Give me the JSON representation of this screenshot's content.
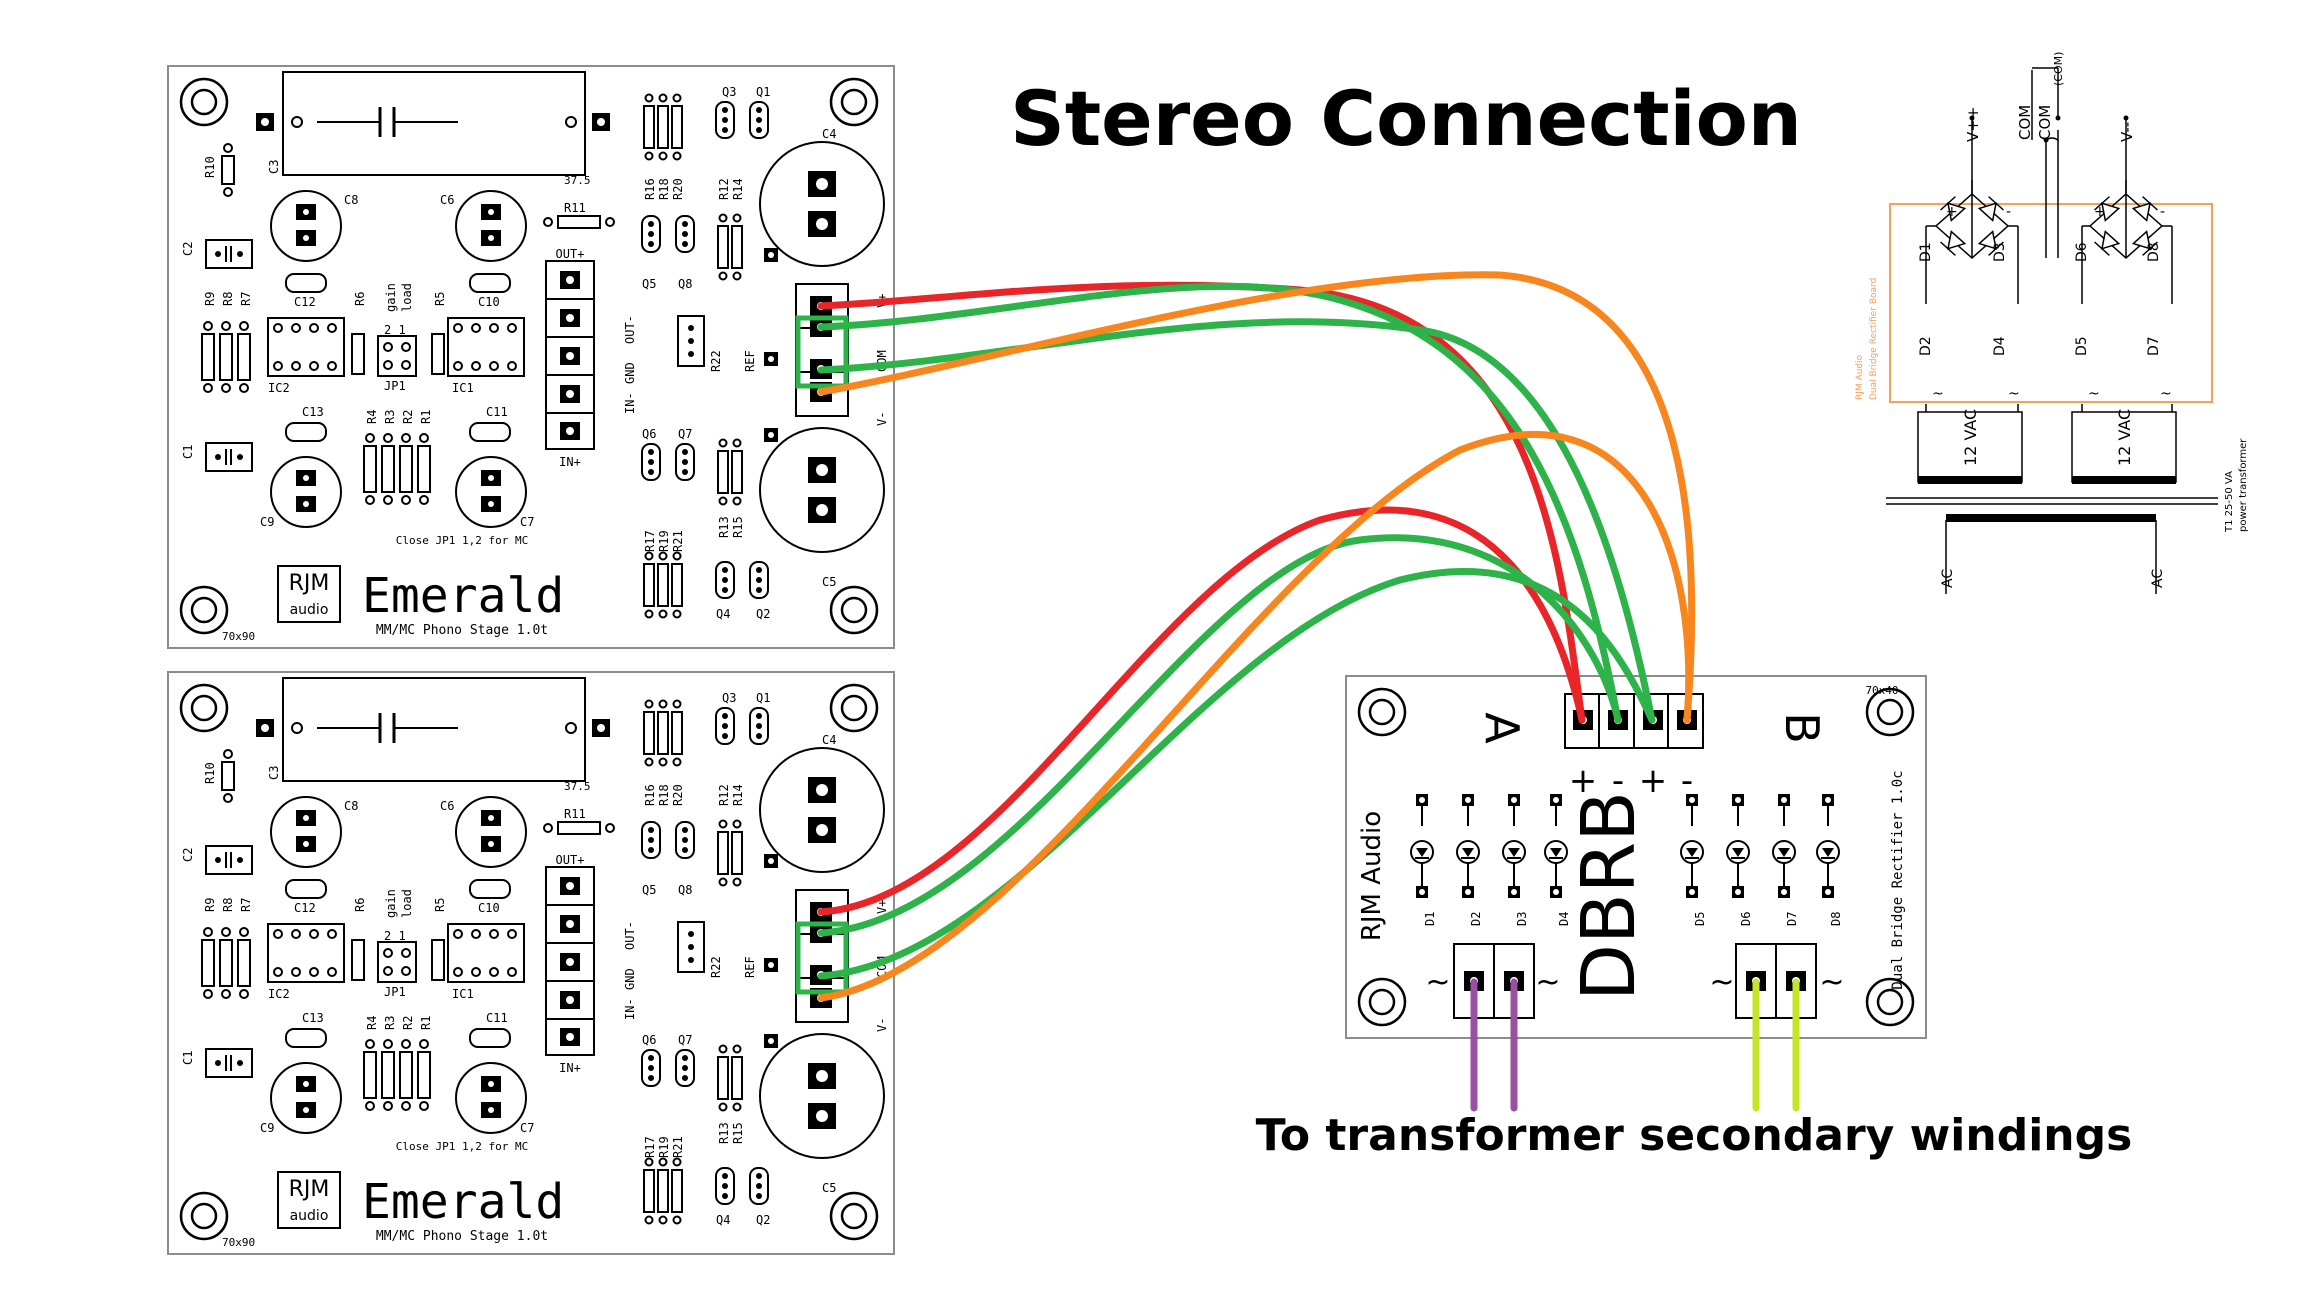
{
  "title": "Stereo Connection",
  "caption": "To transformer secondary windings",
  "wire_colors": {
    "v_pos": "#e8262a",
    "com": "#2db34a",
    "v_neg": "#f7861e",
    "ac_a": "#9b4fa5",
    "ac_b": "#c3e52a",
    "schematic_frame": "#f5a05a"
  },
  "emerald_board": {
    "brand_top": "RJM",
    "brand_bottom": "audio",
    "name": "Emerald",
    "subtitle": "MM/MC Phono Stage 1.0t",
    "note": "Close JP1 1,2 for MC",
    "size": "70x90",
    "cap_value": "37.5",
    "gain_label": "gain",
    "load_label": "load",
    "jp_pins": "2  1",
    "connector_labels": [
      "OUT+",
      "OUT-",
      "GND",
      "IN-",
      "IN+"
    ],
    "psu_labels": [
      "V+",
      "COM",
      "V-"
    ],
    "ref_label": "REF",
    "parts": {
      "C1": "C1",
      "C2": "C2",
      "C3": "C3",
      "C4": "C4",
      "C5": "C5",
      "C6": "C6",
      "C7": "C7",
      "C8": "C8",
      "C9": "C9",
      "C10": "C10",
      "C11": "C11",
      "C12": "C12",
      "C13": "C13",
      "R1": "R1",
      "R2": "R2",
      "R3": "R3",
      "R4": "R4",
      "R5": "R5",
      "R6": "R6",
      "R7": "R7",
      "R8": "R8",
      "R9": "R9",
      "R10": "R10",
      "R11": "R11",
      "R12": "R12",
      "R13": "R13",
      "R14": "R14",
      "R15": "R15",
      "R16": "R16",
      "R17": "R17",
      "R18": "R18",
      "R19": "R19",
      "R20": "R20",
      "R21": "R21",
      "R22": "R22",
      "Q1": "Q1",
      "Q2": "Q2",
      "Q3": "Q3",
      "Q4": "Q4",
      "Q5": "Q5",
      "Q6": "Q6",
      "Q7": "Q7",
      "Q8": "Q8",
      "IC1": "IC1",
      "IC2": "IC2",
      "JP1": "JP1"
    }
  },
  "dbrb_board": {
    "name": "DBRB",
    "brand": "RJM Audio",
    "desc": "Dual Bridge Rectifier 1.0c",
    "size": "70x40",
    "side_a": "A",
    "side_b": "B",
    "terminal_signs": [
      "+",
      "-",
      "+",
      "-"
    ],
    "diodes": [
      "D1",
      "D2",
      "D3",
      "D4",
      "D5",
      "D6",
      "D7",
      "D8"
    ],
    "ac_symbol": "~"
  },
  "schematic": {
    "rails": [
      "V++",
      "COM",
      "COM",
      "V--"
    ],
    "com_note": "(COM)",
    "diodes": [
      "D1",
      "D2",
      "D3",
      "D4",
      "D5",
      "D6",
      "D7",
      "D8"
    ],
    "frame_label_1": "RJM Audio",
    "frame_label_2": "Dual Bridge Rectifier Board",
    "secondary_1": "12 VAC",
    "secondary_2": "12 VAC",
    "transformer_label_1": "T1 25-50 VA",
    "transformer_label_2": "power transformer",
    "ac_left": "AC",
    "ac_right": "AC",
    "plus": "+",
    "minus": "-",
    "tilde": "~"
  }
}
